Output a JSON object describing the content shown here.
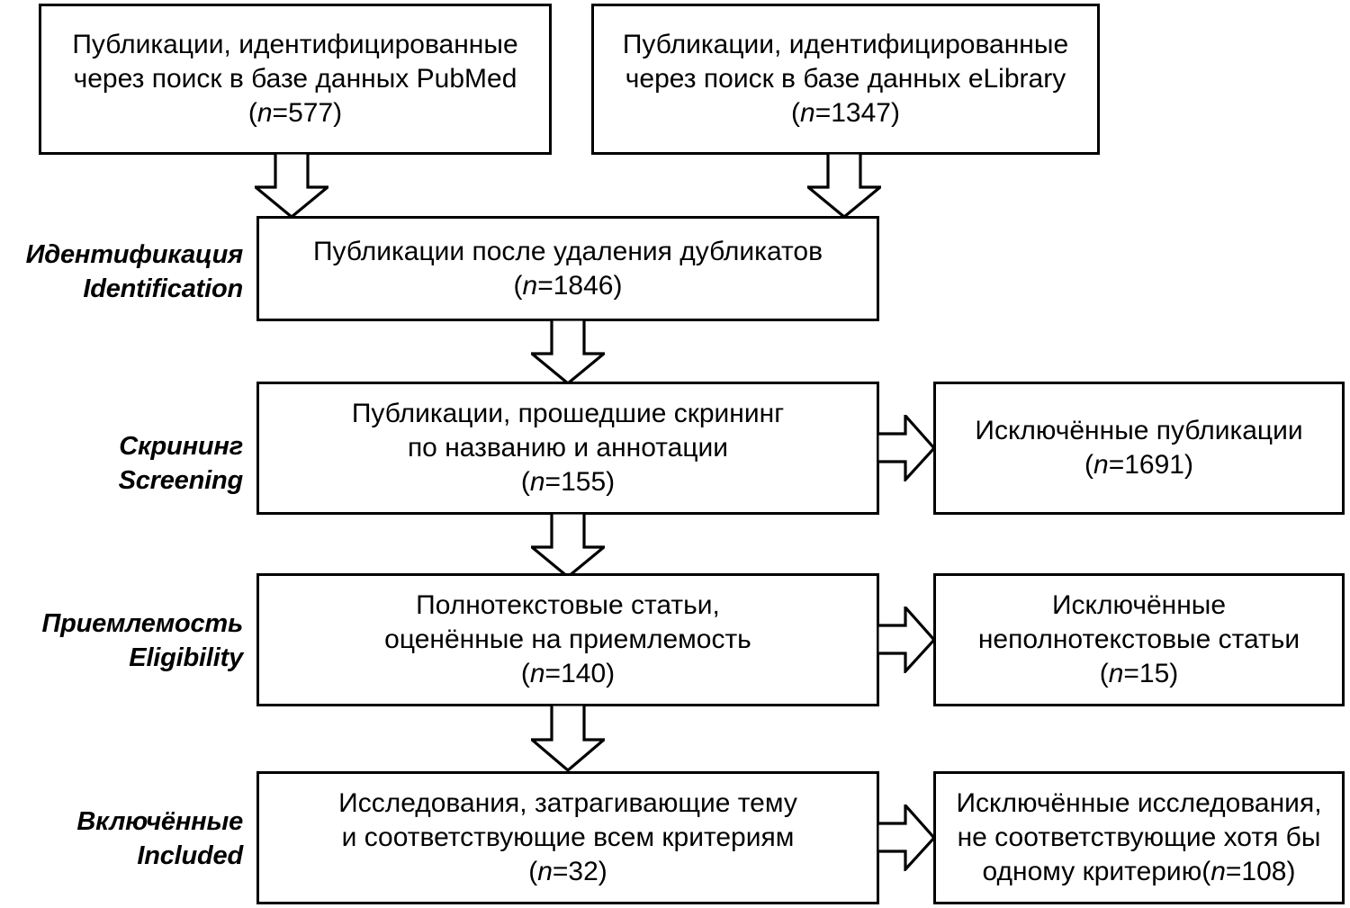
{
  "diagram": {
    "title": "PRISMA flow diagram",
    "language": "ru-en",
    "stroke_color": "#000000",
    "fill_color": "#ffffff"
  },
  "sources": [
    {
      "name": "pubmed-source-box",
      "line1": "Публикации, идентифицированные",
      "line2": "через поиск в базе данных PubMed",
      "n_label": "n",
      "n_prefix": "(",
      "n_eq": "=",
      "n_value": "577",
      "n_suffix": ")"
    },
    {
      "name": "elibrary-source-box",
      "line1": "Публикации, идентифицированные",
      "line2": "через поиск в базе данных eLibrary",
      "n_label": "n",
      "n_prefix": "(",
      "n_eq": "=",
      "n_value": "1347",
      "n_suffix": ")"
    }
  ],
  "stages": [
    {
      "key": "identification",
      "label_ru": "Идентификация",
      "label_en": "Identification",
      "main": {
        "line1": "Публикации после удаления дубликатов",
        "line2": "",
        "n_label": "n",
        "n_value": "1846"
      },
      "excluded": null
    },
    {
      "key": "screening",
      "label_ru": "Скрининг",
      "label_en": "Screening",
      "main": {
        "line1": "Публикации, прошедшие скрининг",
        "line2": "по названию и аннотации",
        "n_label": "n",
        "n_value": "155"
      },
      "excluded": {
        "line1": "Исключённые публикации",
        "line2": "",
        "n_label": "n",
        "n_value": "1691",
        "inline_n": false
      }
    },
    {
      "key": "eligibility",
      "label_ru": "Приемлемость",
      "label_en": "Eligibility",
      "main": {
        "line1": "Полнотекстовые статьи,",
        "line2": "оценённые на приемлемость",
        "n_label": "n",
        "n_value": "140"
      },
      "excluded": {
        "line1": "Исключённые",
        "line2": "неполнотекстовые статьи",
        "n_label": "n",
        "n_value": "15",
        "inline_n": false
      }
    },
    {
      "key": "included",
      "label_ru": "Включённые",
      "label_en": "Included",
      "main": {
        "line1": "Исследования, затрагивающие тему",
        "line2": "и соответствующие всем критериям",
        "n_label": "n",
        "n_value": "32"
      },
      "excluded": {
        "line1": "Исключённые исследования,",
        "line2": "не соответствующие хотя бы",
        "line3_prefix": "одному критерию",
        "n_label": "n",
        "n_value": "108",
        "inline_n": true
      }
    }
  ],
  "arrows": {
    "pubmed_to_dedup": "arrow-down",
    "elibrary_to_dedup": "arrow-down",
    "dedup_to_screening": "arrow-down",
    "screening_to_eligibility": "arrow-down",
    "eligibility_to_included": "arrow-down",
    "screening_to_excluded": "arrow-right",
    "eligibility_to_excluded": "arrow-right",
    "included_to_excluded": "arrow-right"
  }
}
